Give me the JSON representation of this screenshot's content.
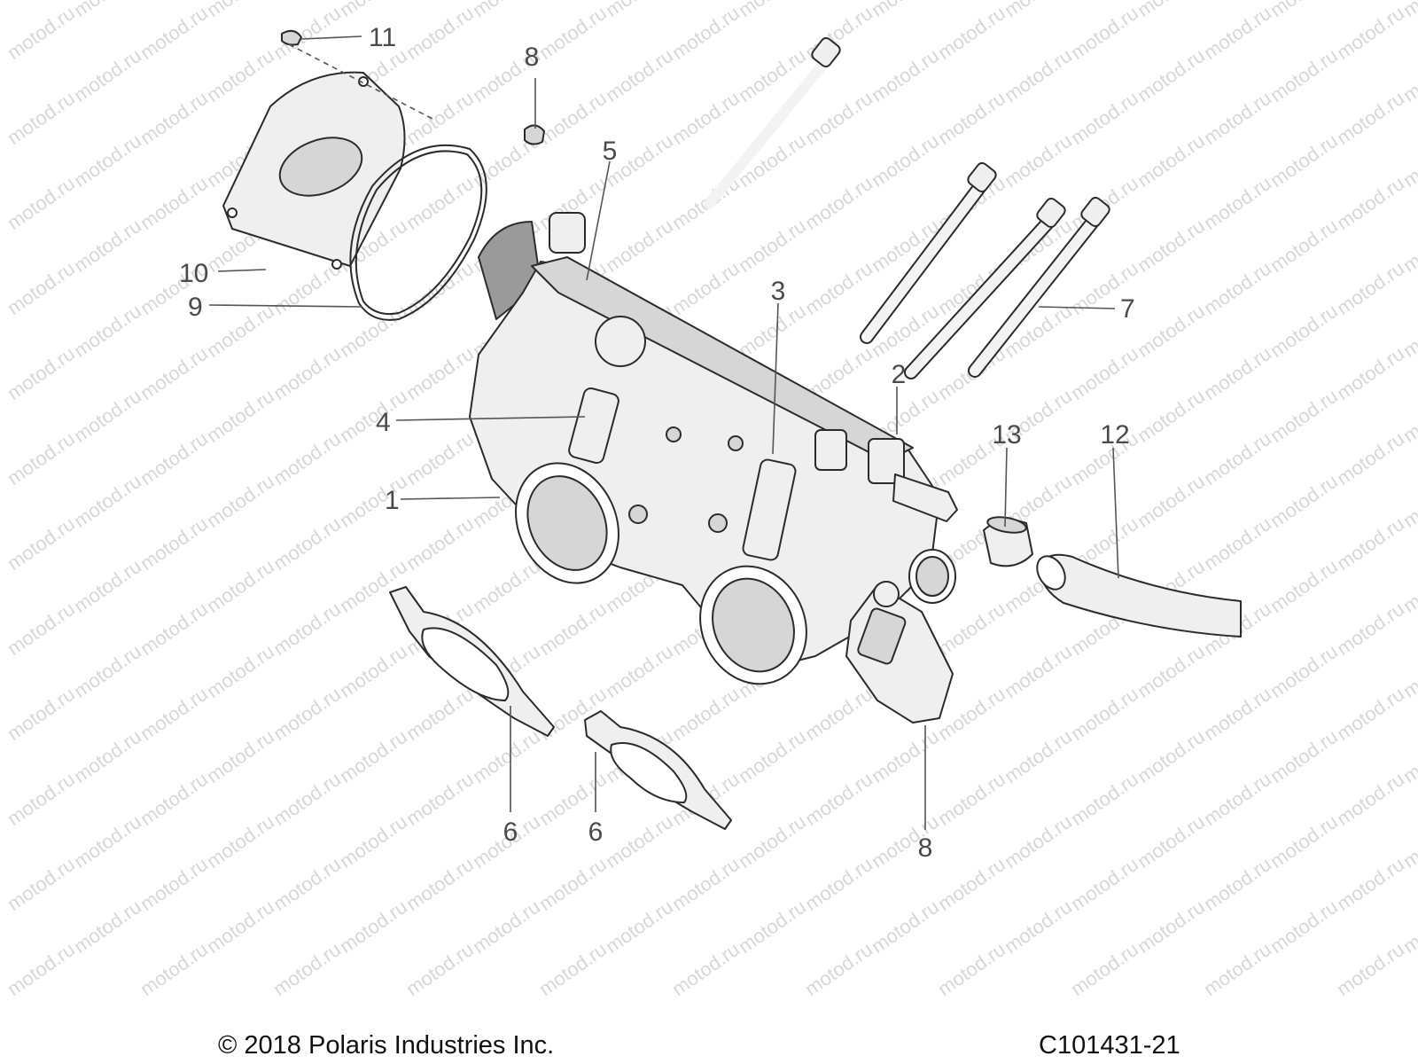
{
  "watermark": "motod.ru",
  "footer": {
    "copyright": "© 2018 Polaris Industries Inc.",
    "drawing_id": "C101431-21"
  },
  "callouts": [
    {
      "id": "c11",
      "label": "11"
    },
    {
      "id": "c8a",
      "label": "8"
    },
    {
      "id": "c5",
      "label": "5"
    },
    {
      "id": "c10",
      "label": "10"
    },
    {
      "id": "c9",
      "label": "9"
    },
    {
      "id": "c3",
      "label": "3"
    },
    {
      "id": "c7",
      "label": "7"
    },
    {
      "id": "c2",
      "label": "2"
    },
    {
      "id": "c4",
      "label": "4"
    },
    {
      "id": "c13",
      "label": "13"
    },
    {
      "id": "c12",
      "label": "12"
    },
    {
      "id": "c1",
      "label": "1"
    },
    {
      "id": "c6a",
      "label": "6"
    },
    {
      "id": "c6b",
      "label": "6"
    },
    {
      "id": "c8b",
      "label": "8"
    }
  ]
}
